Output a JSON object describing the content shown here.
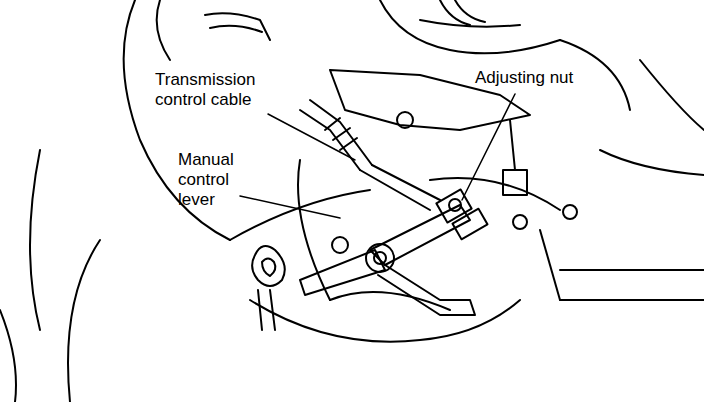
{
  "diagram": {
    "labels": [
      "Transmission control cable",
      "Manual control lever",
      "Adjusting nut"
    ]
  }
}
